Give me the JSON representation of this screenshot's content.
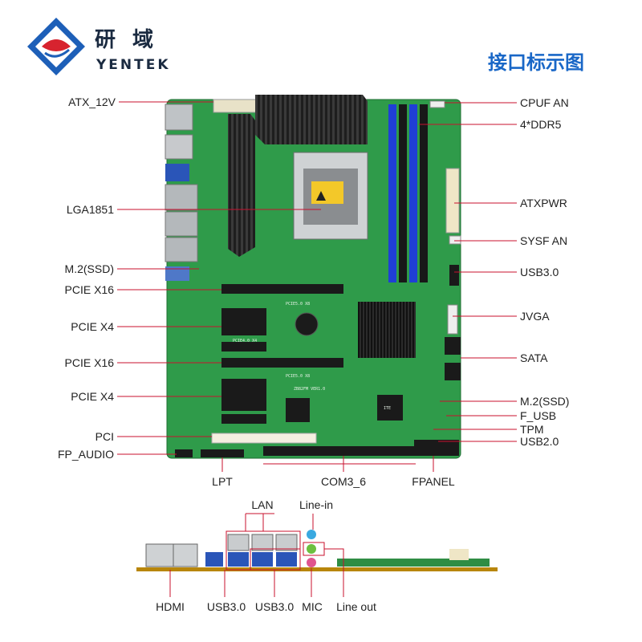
{
  "brand": {
    "name_cn": "研 域",
    "name_en": "YENTEK"
  },
  "title": "接口标示图",
  "board": {
    "silkscreen": [
      "PCIE5.0 X8",
      "PCIE4.0 X4",
      "PCIE5.0 X8",
      "ZB82FM VER1.0",
      "ITE"
    ]
  },
  "left_labels": [
    "ATX_12V",
    "LGA1851",
    "M.2(SSD)",
    "PCIE X16",
    "PCIE X4",
    "PCIE X16",
    "PCIE X4",
    "PCI",
    "FP_AUDIO"
  ],
  "right_labels": [
    "CPUF AN",
    "4*DDR5",
    "ATXPWR",
    "SYSF AN",
    "USB3.0",
    "JVGA",
    "SATA",
    "M.2(SSD)",
    "F_USB",
    "TPM",
    "USB2.0"
  ],
  "bottom_labels": [
    "LPT",
    "COM3_6",
    "FPANEL"
  ],
  "io_top_labels": [
    "LAN",
    "Line-in"
  ],
  "io_bottom_labels": [
    "HDMI",
    "USB3.0",
    "USB3.0",
    "MIC",
    "Line out"
  ],
  "colors": {
    "pcb": "#2f9b4a",
    "leader": "#c8102e",
    "dimm": "#1f3fd6",
    "title": "#1967c7",
    "brand": "#1a2a40"
  }
}
